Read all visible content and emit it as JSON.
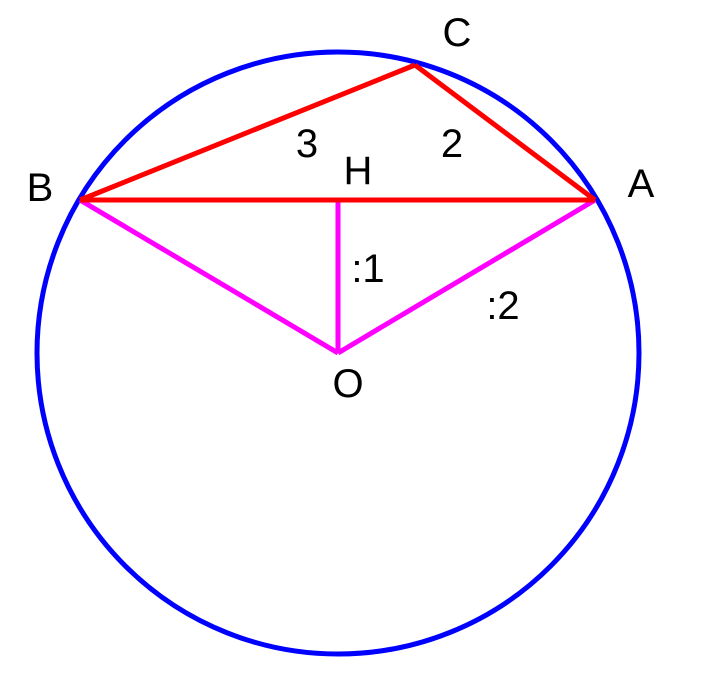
{
  "colors": {
    "circle": "#0000ff",
    "triangle": "#ff0000",
    "radii": "#ff00ff",
    "text": "#000000"
  },
  "points": {
    "A": "A",
    "B": "B",
    "C": "C",
    "H": "H",
    "O": "O"
  },
  "segment_labels": {
    "BC": "3",
    "CA": "2",
    "OH": ":1",
    "OA": ":2"
  }
}
